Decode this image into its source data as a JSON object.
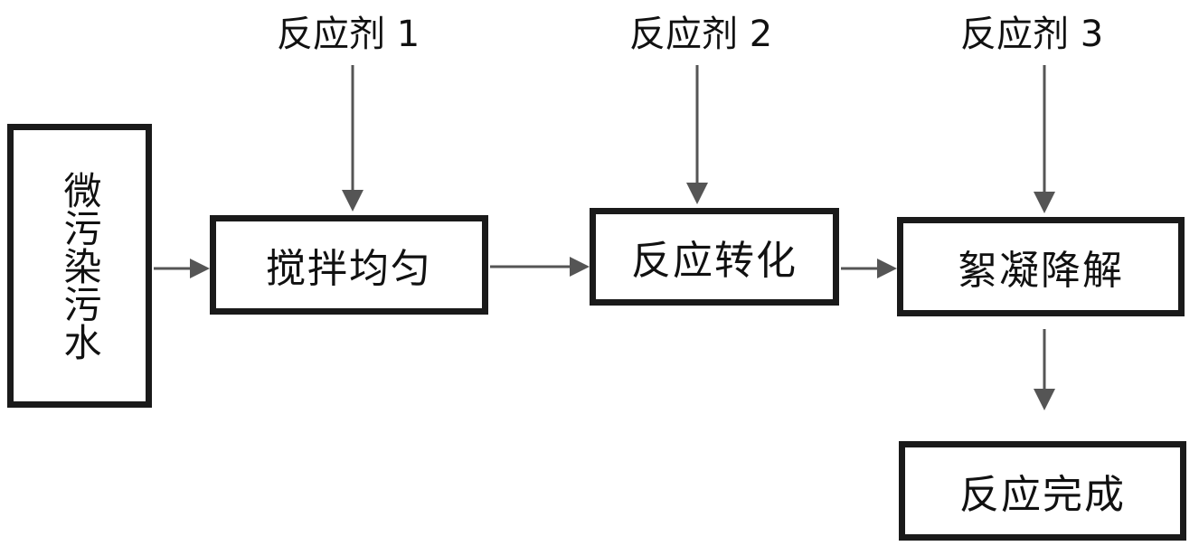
{
  "diagram": {
    "source": "微污染污水",
    "steps": [
      {
        "label": "搅拌均匀",
        "reagent": "反应剂 1"
      },
      {
        "label": "反应转化",
        "reagent": "反应剂 2"
      },
      {
        "label": "絮凝降解",
        "reagent": "反应剂 3"
      }
    ],
    "result": "反应完成"
  },
  "colors": {
    "line": "#555555",
    "box_border": "#1a1a1a",
    "text": "#111111"
  }
}
